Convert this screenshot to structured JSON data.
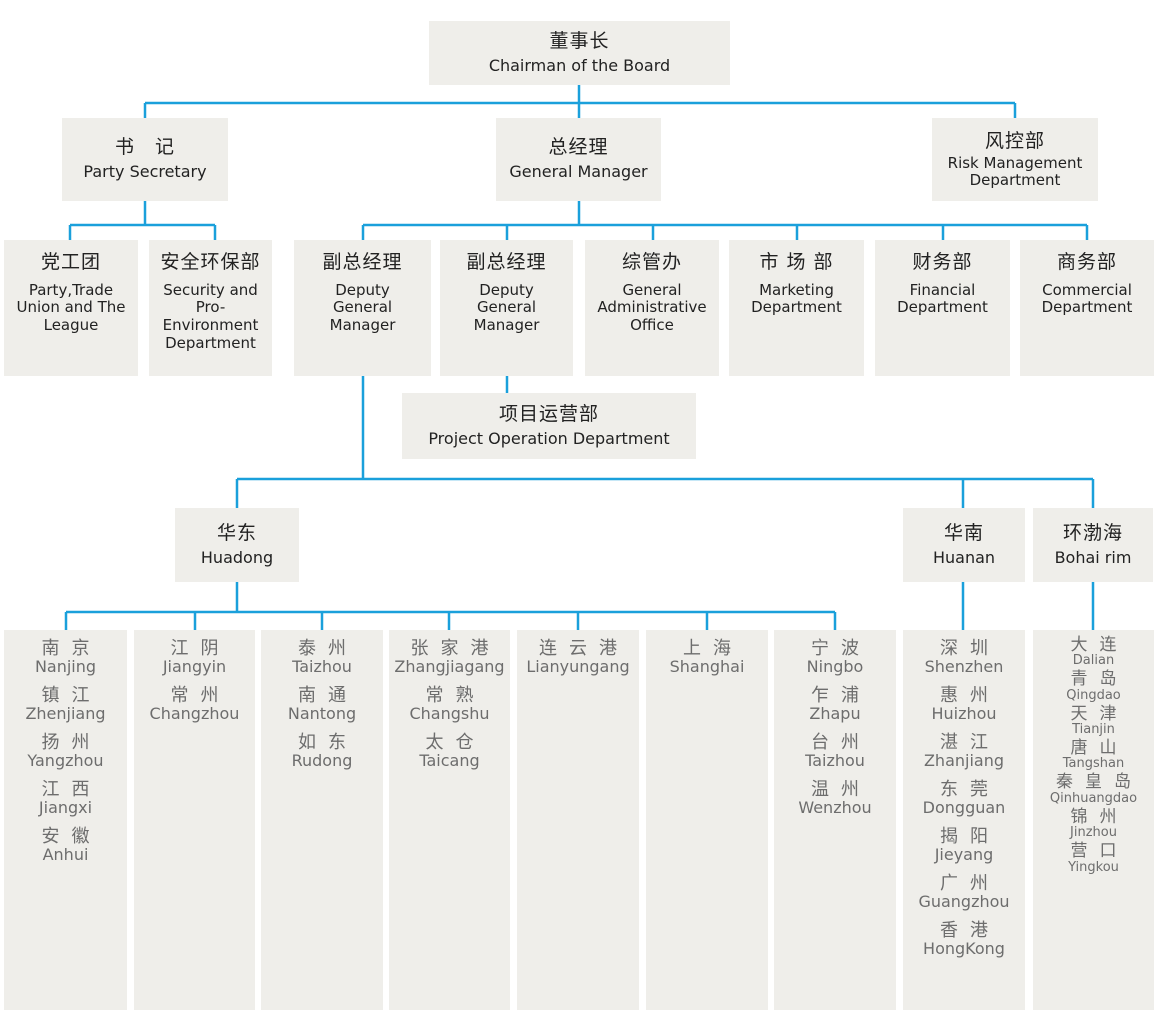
{
  "colors": {
    "line": "#1aa0db",
    "box": "#efeeea",
    "text": "#222222",
    "city_text": "#6d6d6d"
  },
  "chairman": {
    "zh": "董事长",
    "en": "Chairman of the Board"
  },
  "level1": [
    {
      "zh": "书　记",
      "en": "Party Secretary"
    },
    {
      "zh": "总经理",
      "en": "General Manager"
    },
    {
      "zh": "风控部",
      "en": "Risk Management Department"
    }
  ],
  "departments": [
    {
      "zh": "党工团",
      "en": "Party,Trade Union and The League"
    },
    {
      "zh": "安全环保部",
      "en": "Security and Pro-Environment Department"
    },
    {
      "zh": "副总经理",
      "en": "Deputy General Manager"
    },
    {
      "zh": "副总经理",
      "en": "Deputy General Manager"
    },
    {
      "zh": "综管办",
      "en": "General Administrative Office"
    },
    {
      "zh": "市 场 部",
      "en": "Marketing Department"
    },
    {
      "zh": "财务部",
      "en": "Financial Department"
    },
    {
      "zh": "商务部",
      "en": "Commercial Department"
    }
  ],
  "project_ops": {
    "zh": "项目运营部",
    "en": "Project Operation Department"
  },
  "regions": [
    {
      "zh": "华东",
      "en": "Huadong"
    },
    {
      "zh": "华南",
      "en": "Huanan"
    },
    {
      "zh": "环渤海",
      "en": "Bohai rim"
    }
  ],
  "cities": [
    [
      {
        "zh": "南京",
        "en": "Nanjing"
      },
      {
        "zh": "镇江",
        "en": "Zhenjiang"
      },
      {
        "zh": "扬州",
        "en": "Yangzhou"
      },
      {
        "zh": "江西",
        "en": "Jiangxi"
      },
      {
        "zh": "安徽",
        "en": "Anhui"
      }
    ],
    [
      {
        "zh": "江阴",
        "en": "Jiangyin"
      },
      {
        "zh": "常州",
        "en": "Changzhou"
      }
    ],
    [
      {
        "zh": "泰州",
        "en": "Taizhou"
      },
      {
        "zh": "南通",
        "en": "Nantong"
      },
      {
        "zh": "如东",
        "en": "Rudong"
      }
    ],
    [
      {
        "zh": "张家港",
        "en": "Zhangjiagang"
      },
      {
        "zh": "常熟",
        "en": "Changshu"
      },
      {
        "zh": "太仓",
        "en": "Taicang"
      }
    ],
    [
      {
        "zh": "连云港",
        "en": "Lianyungang"
      }
    ],
    [
      {
        "zh": "上海",
        "en": "Shanghai"
      }
    ],
    [
      {
        "zh": "宁波",
        "en": "Ningbo"
      },
      {
        "zh": "乍浦",
        "en": "Zhapu"
      },
      {
        "zh": "台州",
        "en": "Taizhou"
      },
      {
        "zh": "温州",
        "en": "Wenzhou"
      }
    ],
    [
      {
        "zh": "深圳",
        "en": "Shenzhen"
      },
      {
        "zh": "惠州",
        "en": "Huizhou"
      },
      {
        "zh": "湛江",
        "en": "Zhanjiang"
      },
      {
        "zh": "东莞",
        "en": "Dongguan"
      },
      {
        "zh": "揭阳",
        "en": "Jieyang"
      },
      {
        "zh": "广州",
        "en": "Guangzhou"
      },
      {
        "zh": "香港",
        "en": "HongKong"
      }
    ],
    [
      {
        "zh": "大连",
        "en": "Dalian"
      },
      {
        "zh": "青岛",
        "en": "Qingdao"
      },
      {
        "zh": "天津",
        "en": "Tianjin"
      },
      {
        "zh": "唐山",
        "en": "Tangshan"
      },
      {
        "zh": "秦皇岛",
        "en": "Qinhuangdao"
      },
      {
        "zh": "锦州",
        "en": "Jinzhou"
      },
      {
        "zh": "营口",
        "en": "Yingkou"
      }
    ]
  ]
}
